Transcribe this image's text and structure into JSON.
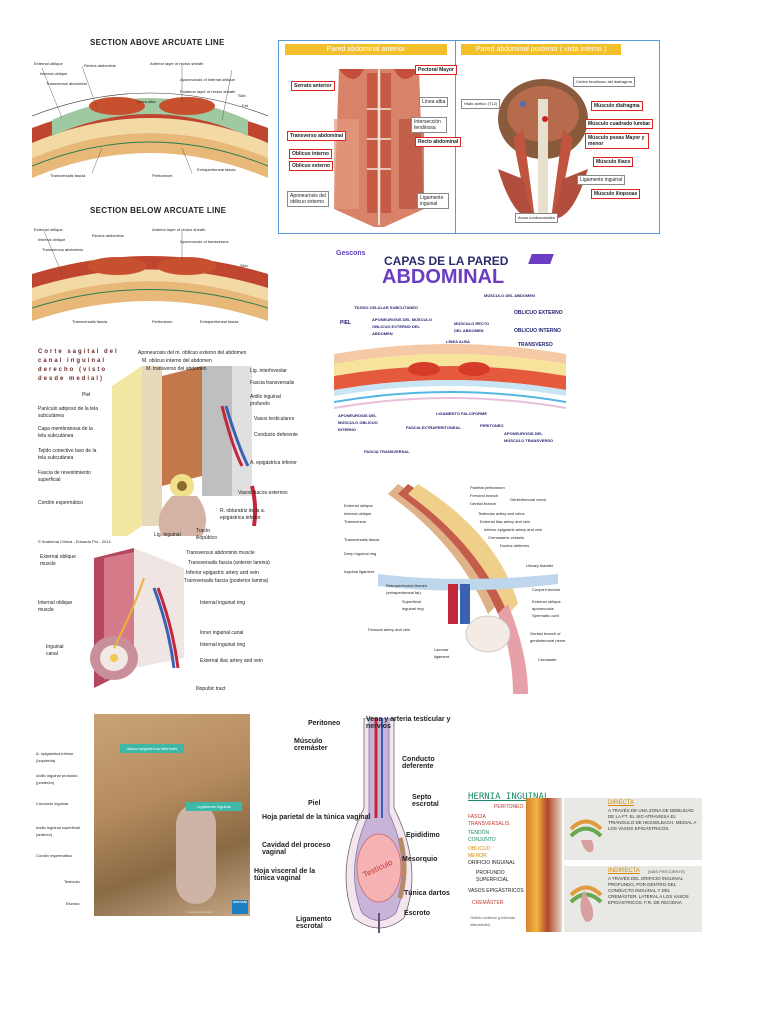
{
  "p1": {
    "title_above": "SECTION ABOVE ARCUATE LINE",
    "title_below": "SECTION BELOW ARCUATE LINE",
    "labels_above": [
      "External oblique",
      "Internal oblique",
      "Transversus abdominis",
      "Rectus abdominis",
      "Linea alba",
      "Anterior layer of rectus sheath",
      "Aponeurosis of internal oblique",
      "Posterior layer of rectus sheath",
      "Skin",
      "Fat",
      "Transversalis fascia",
      "Peritoneum",
      "Extraperitoneal fascia"
    ],
    "labels_below": [
      "External oblique",
      "Internal oblique",
      "Transversus abdominis",
      "Rectus abdominis",
      "Anterior layer of rectus sheath",
      "Aponeurosis of transversus",
      "Skin",
      "Transversalis fascia",
      "Peritoneum",
      "Extraperitoneal fascia"
    ]
  },
  "p2": {
    "header_left": "Pared abdominal anterior",
    "header_right": "Pared abdominal posterior ( vista interna )",
    "left_labels": [
      "Serrato anterior",
      "Pectoral Mayor",
      "Línea alba",
      "Intersección tendinosa",
      "Transverso abdominal",
      "Recto abdominal",
      "Oblicuo interno",
      "Oblicuo externo",
      "Aponeurosis del oblicuo externo",
      "Ligamento inguinal"
    ],
    "right_labels": [
      "Centro tendinoso del diafragma",
      "Hiato aórtico (T12)",
      "Músculo diafragma",
      "Músculo cuadrado lumbar",
      "Músculo psoas Mayor y menor",
      "Músculo iliaco",
      "Ligamento inguinal",
      "Músculo iliopsoas",
      "Arcos lumbocostales"
    ]
  },
  "p3": {
    "brand": "Gescons",
    "title_top": "CAPAS DE LA PARED",
    "title_main": "ABDOMINAL",
    "labels": [
      "TEJIDO CELULAR SUBCUTÁNEO",
      "PIEL",
      "APONEUROSIS DEL MÚSCULO OBLICUO EXTERNO DEL ABDOMEN",
      "MÚSCULO RECTO DEL ABDOMEN",
      "MÚSCULO DEL ABDOMEN",
      "OBLICUO EXTERNO",
      "OBLICUO INTERNO",
      "TRANSVERSO",
      "LÍNEA ALBA",
      "APONEUROSIS DEL MÚSCULO OBLICUO INTERNO",
      "LIGAMENTO FALCIFORME",
      "FASCIA EXTRAPERITONEAL",
      "PERITONEO",
      "APONEUROSIS DEL MÚSCULO TRANSVERSO",
      "FASCIA TRANSVERSAL"
    ]
  },
  "p4": {
    "title": "Corte sagital del canal inguinal derecho (visto desde medial)",
    "labels_left": [
      "Piel",
      "Panículo adiposo de la tela subcutánea",
      "Capa membranosa de la tela subcutánea",
      "Tejido conectivo laxo de la tela subcutánea",
      "Fascia de revestimiento superficial",
      "Cordón espermático"
    ],
    "labels_top": [
      "Aponeurosis del m. oblicuo externo del abdomen",
      "M. oblicuo interno del abdomen",
      "M. transverso del abdomen"
    ],
    "labels_right": [
      "Lig. interfoveolar",
      "Fascia transversalis",
      "Anillo inguinal profundo",
      "Vasos testiculares",
      "Conducto deferente",
      "A. epigástrica inferior",
      "Vasos ilíacos externos",
      "R. obturatriz de la a. epigástrica inferior"
    ],
    "labels_bottom": [
      "Lig. inguinal",
      "Tracto iliopúbico"
    ],
    "credit": "© Anatomía Clínica - Eduardo Pró - 2014"
  },
  "p5": {
    "labels_left": [
      "External oblique muscle",
      "Internal oblique muscle",
      "Inguinal canal"
    ],
    "labels_right": [
      "Transversus abdominis muscle",
      "Transversalis fascia (anterior lamina)",
      "Inferior epigastric artery and vein",
      "Transversalis fascia (posterior lamina)",
      "Internal inguinal ring",
      "Inner inguinal canal",
      "Internal inguinal ring",
      "External iliac artery and vein",
      "Iliopubic tract"
    ]
  },
  "p6": {
    "labels": [
      "Parietal peritoneum",
      "Femoral branch",
      "Genital branch",
      "Genitofemoral nerve",
      "External oblique",
      "Internal oblique",
      "Transversus",
      "Testicular artery and veins",
      "External iliac artery and vein",
      "Inferior epigastric artery and vein",
      "Cremasteric vessels",
      "Ductus deferens",
      "Transversalis fascia",
      "Deep inguinal ring",
      "Inguinal ligament",
      "Retroperitoneal tissues (extraperitoneal fat)",
      "Superficial inguinal ring",
      "Femoral artery and vein",
      "Urinary bladder",
      "Conjoint tendon",
      "External oblique aponeurosis",
      "Spermatic cord",
      "Genital branch of genitofemoral nerve",
      "Lacunar ligament",
      "Cremaster"
    ]
  },
  "p7": {
    "labels": [
      "A. epigástrica inferior (Izquierda)",
      "Anillo inguinal profundo (posterior)",
      "Conducto inguinal",
      "Anillo inguinal superficial (anterior)",
      "Cordón espermático",
      "Testículo",
      "Escroto"
    ],
    "overlay_top": "Vasos epigástricos inferiores",
    "overlay_mid": "Ligamento inguinal",
    "logo": "KEN HUB",
    "site": "© www.kenhub.com"
  },
  "p8": {
    "labels_left": [
      "Peritoneo",
      "Músculo cremáster",
      "Piel",
      "Hoja parietal de la túnica vaginal",
      "Cavidad del proceso vaginal",
      "Hoja visceral de la túnica vaginal",
      "Ligamento escrotal"
    ],
    "labels_right": [
      "Vena y arteria testicular y nervios",
      "Conducto deferente",
      "Septo escrotal",
      "Epidídimo",
      "Mesorquio",
      "Túnica dartos",
      "Escroto"
    ],
    "testis": "Testículo"
  },
  "p9": {
    "title": "HERNIA INGUINAL",
    "layers": [
      "PERITONEO",
      "FASCIA TRANSVERSALIS",
      "TENDÓN CONJUNTO",
      "OBLICUO MENOR",
      "ORIFICIO INGUINAL",
      "PROFUNDO SUPERFICIAL",
      "VASOS EPIGÁSTRICOS",
      "CREMÁSTER",
      "Orificio externo (profundo intermedio)"
    ],
    "directa_title": "DIRECTA",
    "directa_text": "A TRAVÉS DE UNA ZONA DE DEBILIDAD DE LA FT. EL SIG ATRAVIESA EL TRIÁNGULO DE HESSELBACH. MEDIAL A LOS VASOS EPIGÁSTRICOS.",
    "indirecta_title": "INDIRECTA",
    "indirecta_note": "(MÁS FRECUENTE)",
    "indirecta_text": "A TRAVÉS DEL ORIFICIO INGUINAL PROFUNDO, POR DENTRO DEL CONDUCTO INGUINAL Y DEL CREMÁSTER. LATERAL A LOS VASOS EPIGÁSTRICOS. F.R. DE RECIDIVA"
  }
}
